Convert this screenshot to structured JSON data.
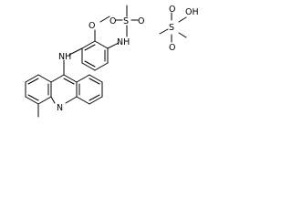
{
  "structure": {
    "name": "Amsacrine-like acridine mesylate structure",
    "labels": {
      "methoxy_o": "O",
      "nh_bridge": "NH",
      "acridine_n": "N",
      "sulfonamide_nh": "NH",
      "sulfonyl_s": "S",
      "sulfonyl_o1": "O",
      "sulfonyl_o2": "O",
      "acid_s": "S",
      "acid_o1": "O",
      "acid_o2": "O",
      "acid_oh": "OH"
    }
  }
}
